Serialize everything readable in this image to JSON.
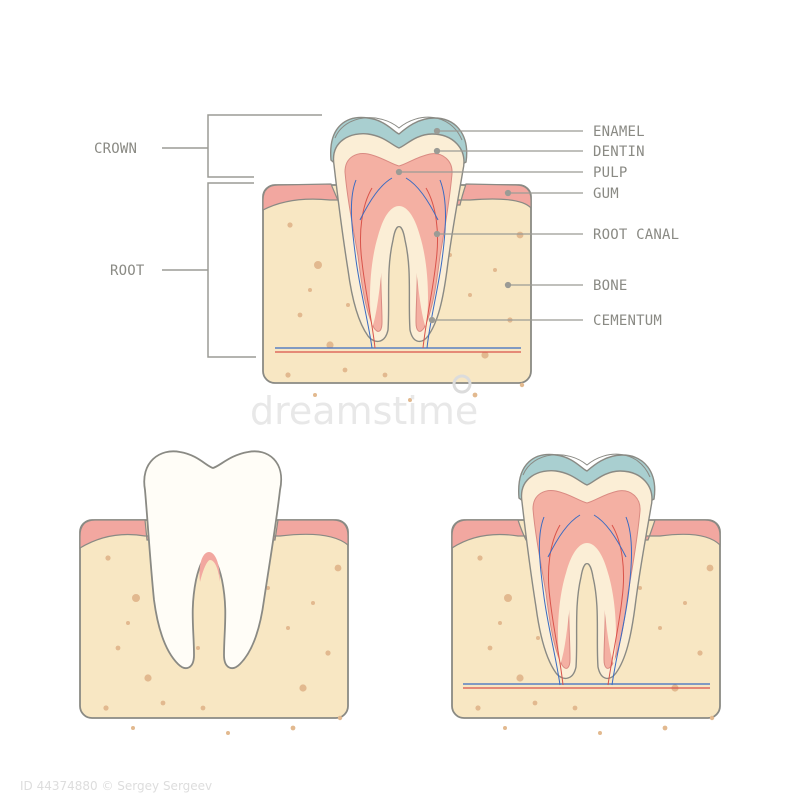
{
  "labels": {
    "crown": "CROWN",
    "root": "ROOT",
    "enamel": "ENAMEL",
    "dentin": "DENTIN",
    "pulp": "PULP",
    "gum": "GUM",
    "root_canal": "ROOT CANAL",
    "bone": "BONE",
    "cementum": "CEMENTUM"
  },
  "watermark": {
    "brand": "dreamstime",
    "caption": "ID 44374880 © Sergey Sergeev"
  },
  "colors": {
    "bone": "#f8e7c3",
    "bone_dots": "#e2b98f",
    "gum": "#f2a7a0",
    "pulp": "#f4b0a3",
    "dentin": "#fbeed6",
    "enamel": "#a9cfd0",
    "tooth_white": "#fffdf7",
    "outline": "#8a8a84",
    "leader": "#9b9b95",
    "nerve_blue": "#3a6bc2",
    "nerve_red": "#d9534a"
  }
}
